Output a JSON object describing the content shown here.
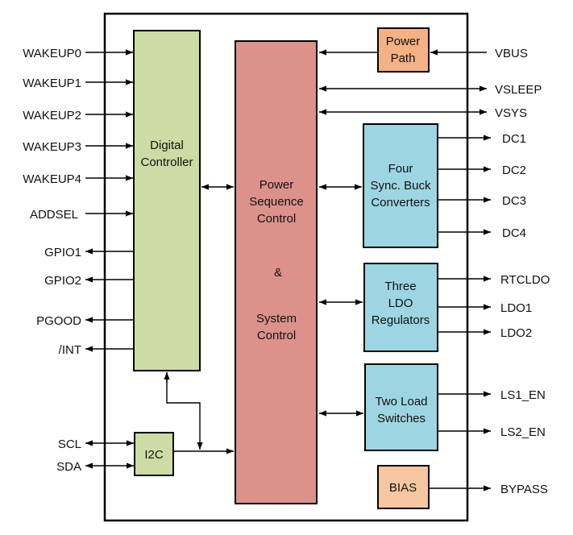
{
  "colors": {
    "digital": "#cddca4",
    "power_seq": "#dd918b",
    "blue": "#9dd6e2",
    "orange": "#f4b184",
    "bias": "#f7c6a2",
    "line": "#000000"
  },
  "blocks": {
    "digital_controller": [
      "Digital",
      "Controller"
    ],
    "power_sequence": [
      "Power",
      "Sequence",
      "Control",
      "&",
      "System",
      "Control"
    ],
    "power_path": [
      "Power",
      "Path"
    ],
    "buck": [
      "Four",
      "Sync. Buck",
      "Converters"
    ],
    "ldo": [
      "Three",
      "LDO",
      "Regulators"
    ],
    "load_switches": [
      "Two Load",
      "Switches"
    ],
    "i2c": "I2C",
    "bias": "BIAS"
  },
  "left_pins": {
    "wakeup0": "WAKEUP0",
    "wakeup1": "WAKEUP1",
    "wakeup2": "WAKEUP2",
    "wakeup3": "WAKEUP3",
    "wakeup4": "WAKEUP4",
    "addsel": "ADDSEL",
    "gpio1": "GPIO1",
    "gpio2": "GPIO2",
    "pgood": "PGOOD",
    "int": "/INT",
    "scl": "SCL",
    "sda": "SDA"
  },
  "right_pins": {
    "vbus": "VBUS",
    "vsleep": "VSLEEP",
    "vsys": "VSYS",
    "dc1": "DC1",
    "dc2": "DC2",
    "dc3": "DC3",
    "dc4": "DC4",
    "rtcldo": "RTCLDO",
    "ldo1": "LDO1",
    "ldo2": "LDO2",
    "ls1_en": "LS1_EN",
    "ls2_en": "LS2_EN",
    "bypass": "BYPASS"
  }
}
